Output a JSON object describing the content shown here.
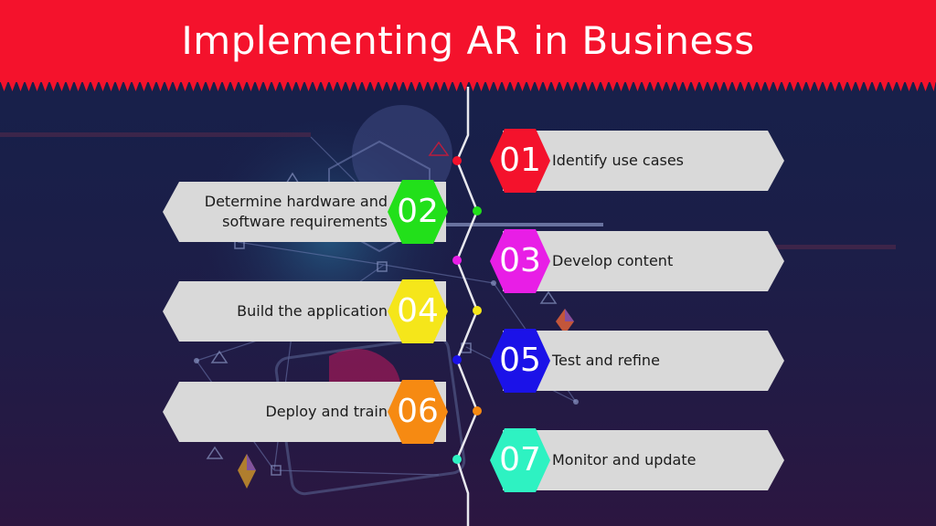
{
  "title": "Implementing AR in Business",
  "colors": {
    "header": "#f4122c",
    "background": "#17204a",
    "card": "#d9d9d9",
    "step_01": "#f4122c",
    "step_02": "#22e01a",
    "step_03": "#e81ee6",
    "step_04": "#f5e61a",
    "step_05": "#1b12e8",
    "step_06": "#f68a12",
    "step_07": "#2ef2c2"
  },
  "steps": [
    {
      "number": "01",
      "label": "Identify use cases",
      "side": "right",
      "color": "#f4122c"
    },
    {
      "number": "02",
      "label": "Determine hardware and software requirements",
      "side": "left",
      "color": "#22e01a"
    },
    {
      "number": "03",
      "label": "Develop content",
      "side": "right",
      "color": "#e81ee6"
    },
    {
      "number": "04",
      "label": "Build the application",
      "side": "left",
      "color": "#f5e61a"
    },
    {
      "number": "05",
      "label": "Test and refine",
      "side": "right",
      "color": "#1b12e8"
    },
    {
      "number": "06",
      "label": "Deploy and train",
      "side": "left",
      "color": "#f68a12"
    },
    {
      "number": "07",
      "label": "Monitor and update",
      "side": "right",
      "color": "#2ef2c2"
    }
  ]
}
